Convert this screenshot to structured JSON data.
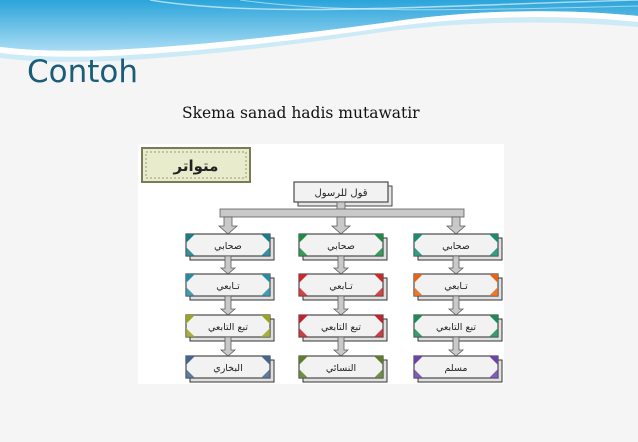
{
  "slide": {
    "title": "Contoh",
    "subtitle": "Skema sanad hadis mutawatir"
  },
  "diagram": {
    "heading_label": "متواتر",
    "root_label": "قول للرسول",
    "columns": [
      {
        "accents": [
          "#1e7a8a",
          "#2b89a3",
          "#9aa323",
          "#45658c"
        ],
        "labels": [
          "صحابي",
          "تـابعي",
          "تبع التابعي",
          "البخاري"
        ]
      },
      {
        "accents": [
          "#1f8a43",
          "#c72a2a",
          "#c2222a",
          "#5b7d2c"
        ],
        "labels": [
          "صحابي",
          "تـابعي",
          "تبع التابعي",
          "النسائي"
        ]
      },
      {
        "accents": [
          "#1d8a72",
          "#e0661b",
          "#1f8a58",
          "#6c44a6"
        ],
        "labels": [
          "صحابي",
          "تـابعي",
          "تبع التابعي",
          "مسلم"
        ]
      }
    ],
    "colors": {
      "arrow_fill": "#c9c9c9",
      "arrow_stroke": "#5c5c5c",
      "box_fill": "#f2f2f2",
      "box_border": "#4a4a4a",
      "heading_fill": "#e9ebcd",
      "heading_border": "#7a7c57"
    }
  }
}
